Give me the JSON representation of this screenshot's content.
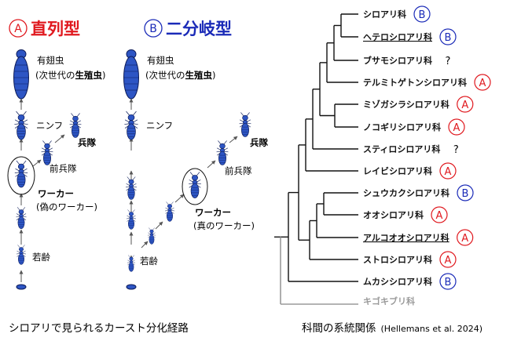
{
  "panel_a": {
    "badge_letter": "A",
    "title": "直列型",
    "stages": {
      "alate_line1": "有翅虫",
      "alate_line2_prefix": "(次世代の",
      "alate_line2_bold": "生殖虫",
      "alate_line2_suffix": ")",
      "nymph": "ニンフ",
      "soldier": "兵隊",
      "presoldier": "前兵隊",
      "worker": "ワーカー",
      "worker_note": "(偽のワーカー)",
      "larva": "若齢"
    }
  },
  "panel_b": {
    "badge_letter": "B",
    "title": "二分岐型",
    "stages": {
      "alate_line1": "有翅虫",
      "alate_line2_prefix": "(次世代の",
      "alate_line2_bold": "生殖虫",
      "alate_line2_suffix": ")",
      "nymph": "ニンフ",
      "soldier": "兵隊",
      "presoldier": "前兵隊",
      "worker": "ワーカー",
      "worker_note": "(真のワーカー)",
      "larva": "若齢"
    }
  },
  "left_caption": "シロアリで見られるカースト分化経路",
  "right_caption": "科間の系統関係",
  "right_citation": "(Hellemans et al. 2024)",
  "families": [
    {
      "name": "シロアリ科",
      "mark": "B",
      "underline": false
    },
    {
      "name": "ヘテロシロアリ科",
      "mark": "B",
      "underline": true
    },
    {
      "name": "ブサモシロアリ科",
      "mark": "?",
      "underline": false
    },
    {
      "name": "テルミトゲトンシロアリ科",
      "mark": "A",
      "underline": false
    },
    {
      "name": "ミゾガシラシロアリ科",
      "mark": "A",
      "underline": false
    },
    {
      "name": "ノコギリシロアリ科",
      "mark": "A",
      "underline": false
    },
    {
      "name": "スティロシロアリ科",
      "mark": "?",
      "underline": false
    },
    {
      "name": "レイビシロアリ科",
      "mark": "A",
      "underline": false
    },
    {
      "name": "シュウカクシロアリ科",
      "mark": "B",
      "underline": false
    },
    {
      "name": "オオシロアリ科",
      "mark": "A",
      "underline": false
    },
    {
      "name": "アルコオオシロアリ科",
      "mark": "A",
      "underline": true
    },
    {
      "name": "ストロシロアリ科",
      "mark": "A",
      "underline": false
    },
    {
      "name": "ムカシシロアリ科",
      "mark": "B",
      "underline": false
    }
  ],
  "outgroup": "キゴキブリ科",
  "colors": {
    "type_a": "#e0191f",
    "type_b": "#1b2bb8",
    "termite_fill": "#2d55c4",
    "termite_stroke": "#0c1c5a",
    "outgroup": "#9a9a9a",
    "tree": "#111111"
  }
}
